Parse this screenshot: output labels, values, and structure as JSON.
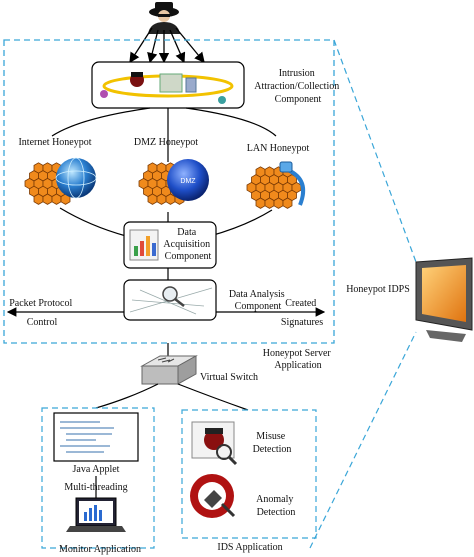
{
  "components": {
    "collection": "Intrusion Attraction/Collection Component",
    "collection_lines": [
      "Intrusion",
      "Attraction/Collection",
      "Component"
    ],
    "internet_honeypot": "Internet Honeypot",
    "dmz_honeypot": "DMZ Honeypot",
    "dmz_badge": "DMZ",
    "lan_honeypot": "LAN Honeypot",
    "acquisition_lines": [
      "Data",
      "Acquisition",
      "Component"
    ],
    "analysis_lines": [
      "Data Analysis",
      "Component"
    ],
    "packet_protocol_lines": [
      "Packet Protocol",
      "Control"
    ],
    "signatures_lines": [
      "Created",
      "Signatures"
    ],
    "server_lines": [
      "Honeypot Server",
      "Application"
    ],
    "honeypot_idps": "Honeypot IDPS",
    "virtual_switch": "Virtual Switch"
  },
  "monitor_app": {
    "title": "Monitor Application",
    "java_applet": "Java Applet",
    "multithreading": "Multi-threading"
  },
  "ids_app": {
    "title": "IDS Application",
    "misuse_lines": [
      "Misuse",
      "Detection"
    ],
    "anomaly_lines": [
      "Anomaly",
      "Detection"
    ]
  },
  "colors": {
    "dashed_border": "#3aa6d8",
    "honeycomb": "#f08a1c",
    "dmz_sphere": "#1f4fc8",
    "monitor_screen": "#f39a2a"
  }
}
